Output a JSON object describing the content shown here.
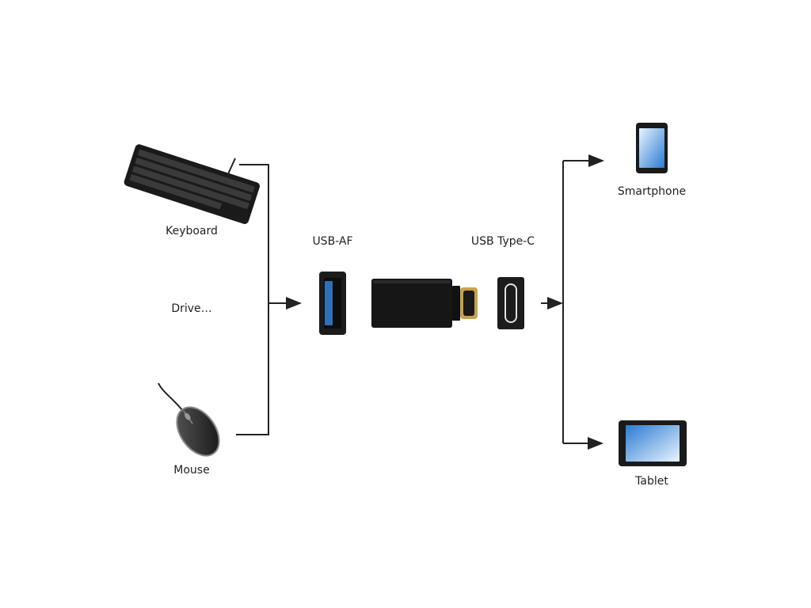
{
  "inputs": {
    "keyboard": "Keyboard",
    "drive": "Drive…",
    "mouse": "Mouse"
  },
  "adapter": {
    "usb_af": "USB-AF",
    "usb_type_c": "USB Type-C"
  },
  "outputs": {
    "smartphone": "Smartphone",
    "tablet": "Tablet"
  },
  "colors": {
    "line": "#222222",
    "device_body": "#1c1c1c",
    "usb_port_blue": "#2f6fb7",
    "gold_pin": "#c8a24a",
    "screen_blue": "#2a7bd1",
    "screen_light": "#e9f4ff"
  },
  "icons": [
    "keyboard-icon",
    "mouse-icon",
    "usb-a-port-icon",
    "otg-adapter-icon",
    "usb-c-port-icon",
    "smartphone-icon",
    "tablet-icon"
  ]
}
